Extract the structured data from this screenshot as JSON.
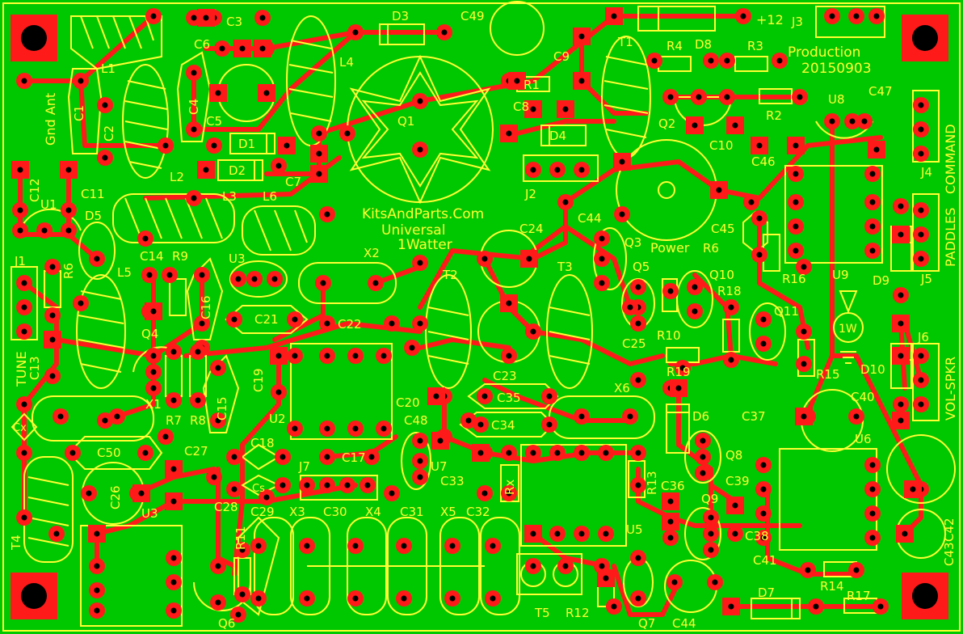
{
  "colors": {
    "board": "#00c800",
    "copper": "#ff1a1a",
    "silk": "#ffff33",
    "drill": "#000000",
    "outline": "#ffff33"
  },
  "titles": {
    "site": "KitsAndParts.Com",
    "product1": "Universal",
    "product2": "1Watter",
    "production1": "Production",
    "production2": "20150903",
    "power": "Power",
    "supply": "+12",
    "one_w": "1W"
  },
  "edge_labels": {
    "gnd_ant": "Gnd Ant",
    "tune": "TUNE",
    "command": "COMMAND",
    "paddles": "PADDLES",
    "vol_spkr": "VOL-SPKR"
  },
  "refs": {
    "C1": "C1",
    "C2": "C2",
    "C3": "C3",
    "C4": "C4",
    "C5": "C5",
    "C6": "C6",
    "C7": "C7",
    "C8": "C8",
    "C9": "C9",
    "C10": "C10",
    "C11": "C11",
    "C12": "C12",
    "C13": "C13",
    "C14": "C14",
    "C15": "C15",
    "C16": "C16",
    "C17": "C17",
    "C18": "C18",
    "C19": "C19",
    "C20": "C20",
    "C21": "C21",
    "C22": "C22",
    "C23": "C23",
    "C24": "C24",
    "C25": "C25",
    "C26": "C26",
    "C27": "C27",
    "C28": "C28",
    "C29": "C29",
    "C30": "C30",
    "C31": "C31",
    "C32": "C32",
    "C33": "C33",
    "C34": "C34",
    "C35": "C35",
    "C36": "C36",
    "C37": "C37",
    "C38": "C38",
    "C39": "C39",
    "C40": "C40",
    "C41": "C41",
    "C42": "C42",
    "C43": "C43",
    "C44": "C44",
    "C44b": "C44",
    "C45": "C45",
    "C46": "C46",
    "C47": "C47",
    "C48": "C48",
    "C49": "C49",
    "C50": "C50",
    "Cx": "Cx",
    "Cs": "Cs",
    "L1": "L1",
    "L2": "L2",
    "L3": "L3",
    "L4": "L4",
    "L5": "L5",
    "L6": "L6",
    "D1": "D1",
    "D2": "D2",
    "D3": "D3",
    "D4": "D4",
    "D5": "D5",
    "D6": "D6",
    "D7": "D7",
    "D8": "D8",
    "D9": "D9",
    "D10": "D10",
    "Q1": "Q1",
    "Q2": "Q2",
    "Q3": "Q3",
    "Q4": "Q4",
    "Q5": "Q5",
    "Q6": "Q6",
    "Q7": "Q7",
    "Q8": "Q8",
    "Q9": "Q9",
    "Q10": "Q10",
    "Q11": "Q11",
    "R1": "R1",
    "R2": "R2",
    "R3": "R3",
    "R4": "R4",
    "R6": "R6",
    "R6b": "R6",
    "R7": "R7",
    "R8": "R8",
    "R9": "R9",
    "R10": "R10",
    "R11": "R11",
    "R12": "R12",
    "R13": "R13",
    "R14": "R14",
    "R15": "R15",
    "R16": "R16",
    "R17": "R17",
    "R18": "R18",
    "R19": "R19",
    "Rx": "Rx",
    "T1": "T1",
    "T2": "T2",
    "T3": "T3",
    "T4": "T4",
    "T5": "T5",
    "U1": "U1",
    "U2": "U2",
    "U3": "U3",
    "U3b": "U3",
    "U5": "U5",
    "U6": "U6",
    "U7": "U7",
    "U8": "U8",
    "U9": "U9",
    "X1": "X1",
    "X2": "X2",
    "X3": "X3",
    "X4": "X4",
    "X5": "X5",
    "X6": "X6",
    "J1": "J1",
    "J2": "J2",
    "J3": "J3",
    "J4": "J4",
    "J5": "J5",
    "J6": "J6",
    "J7": "J7"
  }
}
